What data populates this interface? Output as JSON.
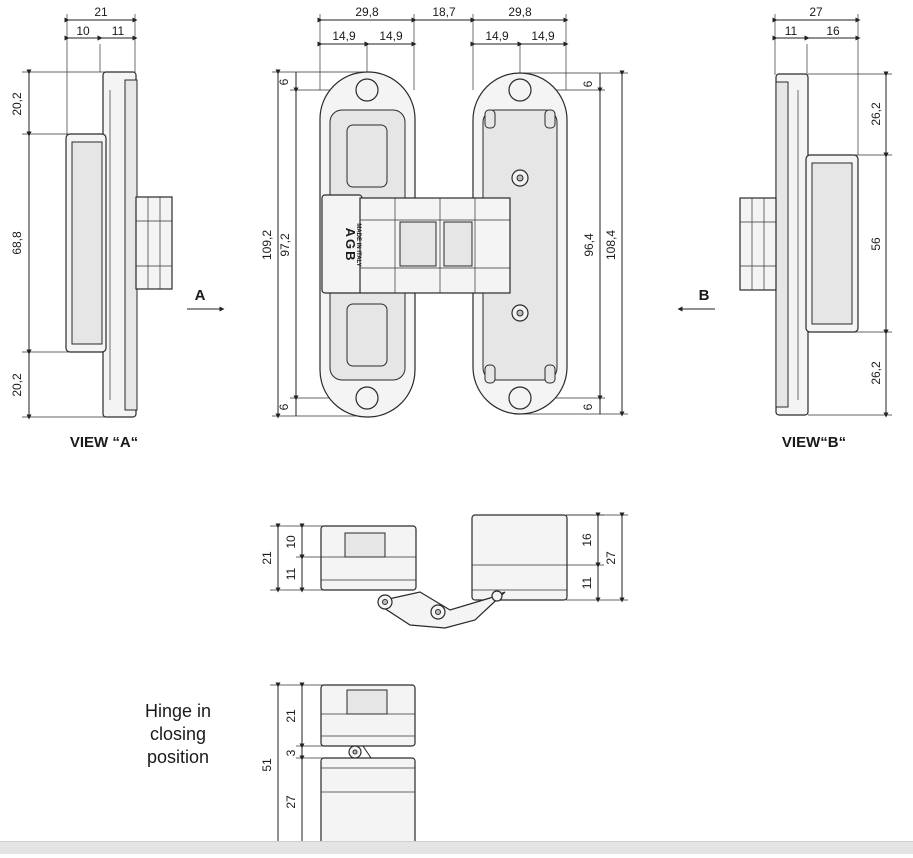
{
  "views": {
    "view_a_label": "VIEW “A“",
    "view_b_label": "VIEW“B“",
    "arrow_a": "A",
    "arrow_b": "B"
  },
  "closing_note": [
    "Hinge in",
    "closing",
    "position"
  ],
  "logo_text": "AGB",
  "stamp_text": "MADE IN ITALY",
  "dims": {
    "va_top": "21",
    "va_left": "10",
    "va_right": "11",
    "va_h1": "20,2",
    "va_h2": "68,8",
    "va_h3": "20,2",
    "f_w1": "29,8",
    "f_gap": "18,7",
    "f_w2": "29,8",
    "f_s1": "14,9",
    "f_s2": "14,9",
    "f_s3": "14,9",
    "f_s4": "14,9",
    "f_6a": "6",
    "f_6b": "6",
    "f_6c": "6",
    "f_6d": "6",
    "f_h1": "109,2",
    "f_h2": "97,2",
    "f_h3": "96,4",
    "f_h4": "108,4",
    "vb_top": "27",
    "vb_left": "11",
    "vb_right": "16",
    "vb_h1": "26,2",
    "vb_h2": "56",
    "vb_h3": "26,2",
    "t_l1": "21",
    "t_l2": "10",
    "t_l3": "11",
    "t_r1": "16",
    "t_r2": "11",
    "t_r3": "27",
    "c_1": "21",
    "c_2": "3",
    "c_3": "27",
    "c_4": "51"
  }
}
